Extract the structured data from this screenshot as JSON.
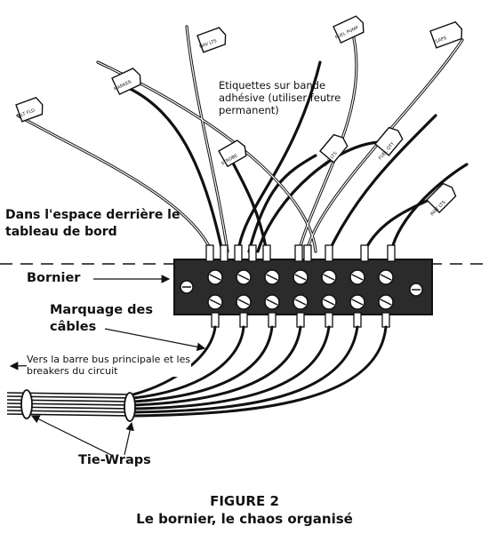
{
  "labels": {
    "etiquettes": "Etiquettes sur bande adhésive (utiliser feutre permanent)",
    "espace": "Dans l'espace derrière le tableau de bord",
    "bornier": "Bornier",
    "marquage": "Marquage des câbles",
    "barre_bus": "Vers la barre bus principale et les breakers du circuit",
    "tie_wraps": "Tie-Wraps"
  },
  "tags": [
    "ALT FLD",
    "MARKER",
    "NAV LTS",
    "STROBE",
    "LDG LTS",
    "FUEL PUMP",
    "FUEL QTY",
    "INST LTS",
    "FLAPS"
  ],
  "figure": {
    "number": "FIGURE 2",
    "caption": "Le bornier, le chaos organisé"
  }
}
